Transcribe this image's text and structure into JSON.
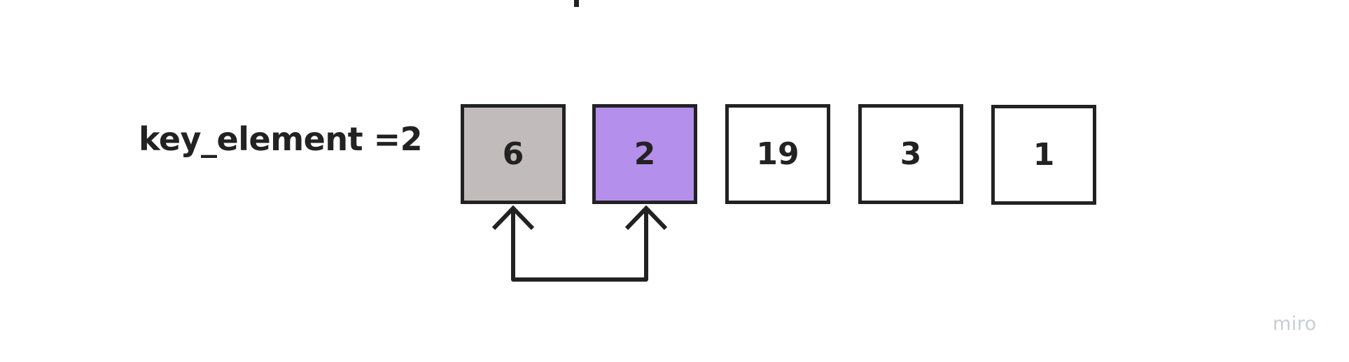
{
  "key_label": "key_element =2",
  "array": {
    "cells": [
      {
        "value": "6",
        "fill": "#c1bbbb",
        "role": "compared"
      },
      {
        "value": "2",
        "fill": "#b48fec",
        "role": "key"
      },
      {
        "value": "19",
        "fill": "#ffffff",
        "role": "default"
      },
      {
        "value": "3",
        "fill": "#ffffff",
        "role": "default"
      },
      {
        "value": "1",
        "fill": "#ffffff",
        "role": "default"
      }
    ]
  },
  "swap_arrow": {
    "from_cell": 0,
    "to_cell": 1,
    "color": "#222222"
  },
  "watermark": "miro",
  "colors": {
    "stroke": "#222222",
    "text": "#222222",
    "watermark": "#c9ccd4"
  }
}
